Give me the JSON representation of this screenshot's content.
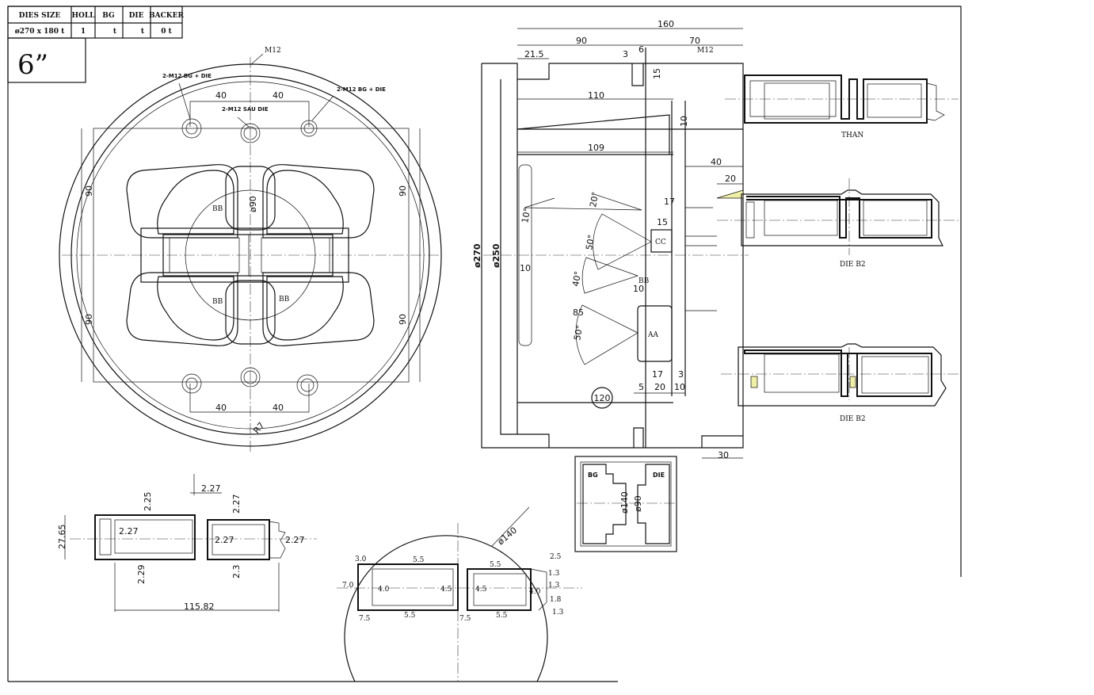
{
  "title_table": {
    "headers": [
      "DIES SIZE",
      "HOLL",
      "BG",
      "DIE",
      "BACKER"
    ],
    "values": [
      "ø270 x 180 t",
      "1",
      "t",
      "t",
      "0   t"
    ]
  },
  "size_label": "6”",
  "front_view": {
    "labels": [
      "M12",
      "2-M12 BG + DIE",
      "2-M12 SAU DIE",
      "2-M12 BG + DIE",
      "BB",
      "BB",
      "BB",
      "R7"
    ],
    "dims": [
      "40",
      "40",
      "40",
      "40",
      "90",
      "90",
      "90",
      "90",
      "ø90"
    ]
  },
  "section_view": {
    "dims": [
      "160",
      "90",
      "70",
      "21.5",
      "3",
      "6",
      "15",
      "110",
      "10",
      "109",
      "40",
      "20",
      "17",
      "20°",
      "15",
      "50°",
      "10°",
      "10",
      "40°",
      "10",
      "85",
      "50°",
      "17",
      "3",
      "5",
      "20",
      "10",
      "30",
      "ø270",
      "ø250"
    ],
    "labels": [
      "M12",
      "CC",
      "BB",
      "AA",
      "120"
    ]
  },
  "profiles": [
    "THAN",
    "DIE B2",
    "DIE B2"
  ],
  "bg_die_box": {
    "labels": [
      "BG",
      "DIE",
      "ø140",
      "ø90"
    ]
  },
  "profile_detail": {
    "dims": [
      "2.27",
      "2.25",
      "2.27",
      "2.27",
      "27.65",
      "2.27",
      "2.27",
      "2.29",
      "2.3",
      "115.82"
    ]
  },
  "circle_detail": {
    "dims": [
      "ø140",
      "3.0",
      "5.5",
      "5.5",
      "2.5",
      "1.3",
      "1.3",
      "7.0",
      "4.0",
      "4.5",
      "4.5",
      "4.0",
      "1.8",
      "1.3",
      "7.5",
      "5.5",
      "7.5",
      "5.5"
    ]
  }
}
